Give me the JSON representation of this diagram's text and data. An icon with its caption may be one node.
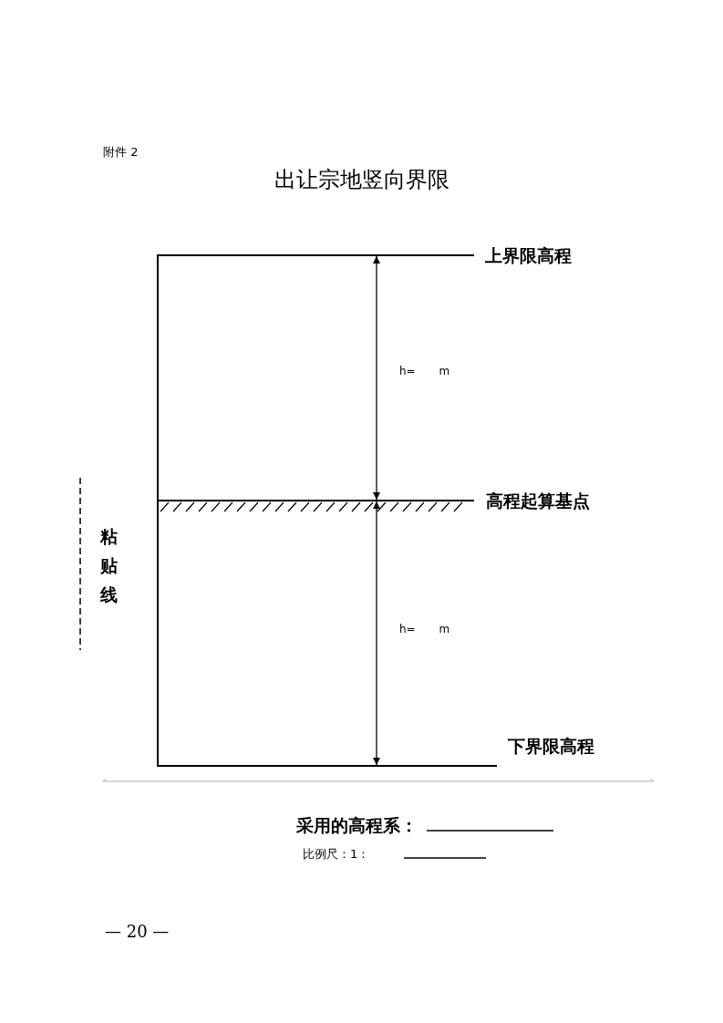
{
  "diagram": {
    "title": "出让宗地竖向界限",
    "labels": [
      "附件 2",
      "上界限高程",
      "h= m",
      "高程起算基点",
      "粘贴线",
      "h= m",
      "下界限高程",
      "采用的高程系：",
      "比例尺：1：",
      "— 20 —"
    ]
  }
}
